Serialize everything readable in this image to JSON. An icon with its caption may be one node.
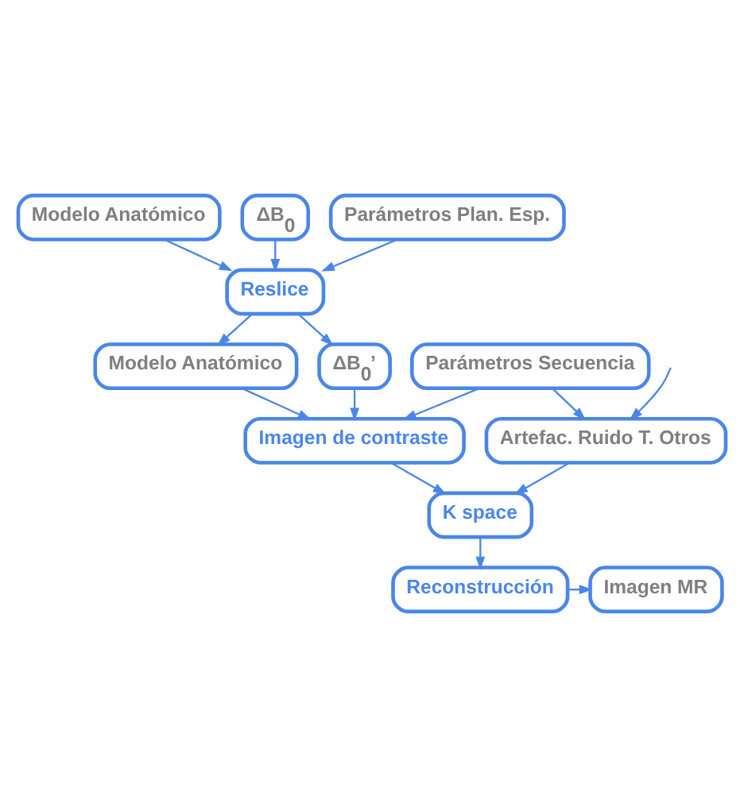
{
  "diagram": {
    "nodes": [
      {
        "text": [
          "Modelo Anatómico"
        ]
      },
      {
        "text": [
          "ΔB$_{0}$"
        ]
      },
      {
        "text": [
          "Parámetros Plan. Esp."
        ]
      },
      {
        "text": [
          "Reslice"
        ]
      },
      {
        "text": [
          "Modelo Anatómico"
        ]
      },
      {
        "text": [
          "ΔB$_{0}$’"
        ]
      },
      {
        "text": [
          "Parámetros Secuencia"
        ]
      },
      {
        "text": [
          "Imagen de contraste"
        ]
      },
      {
        "text": [
          "Artefac. Ruido T. Otros"
        ]
      },
      {
        "text": [
          "K space"
        ]
      },
      {
        "text": [
          "Reconstrucción"
        ]
      },
      {
        "text": [
          "Imagen MR"
        ]
      }
    ],
    "edges": [
      {
        "from": 0,
        "to": 3,
        "arrow": "to"
      },
      {
        "from": 1,
        "to": 3,
        "arrow": "to"
      },
      {
        "from": 2,
        "to": 3,
        "arrow": "to"
      },
      {
        "from": 3,
        "to": 4,
        "arrow": "to"
      },
      {
        "from": 3,
        "to": 5,
        "arrow": "to"
      },
      {
        "from": 4,
        "to": 7,
        "arrow": "to"
      },
      {
        "from": 5,
        "to": 7,
        "arrow": "to"
      },
      {
        "from": 6,
        "to": 7,
        "arrow": "to"
      },
      {
        "from": 6,
        "to": 8,
        "arrow": "to"
      },
      {
        "from": null,
        "to": 8,
        "arrow": "to"
      },
      {
        "from": 7,
        "to": 9,
        "arrow": "to"
      },
      {
        "from": 8,
        "to": 9,
        "arrow": "to"
      },
      {
        "from": 9,
        "to": 10,
        "arrow": "to"
      },
      {
        "from": 10,
        "to": 11,
        "arrow": "to"
      }
    ]
  }
}
